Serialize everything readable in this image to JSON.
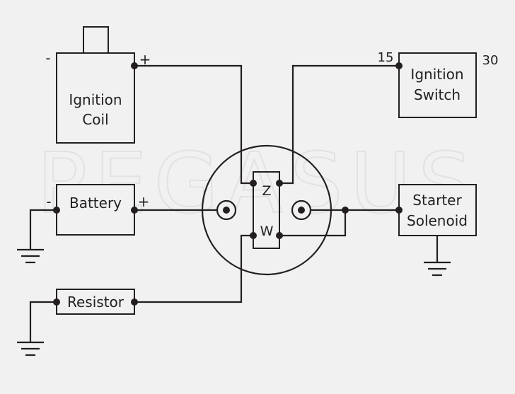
{
  "components": {
    "ignition_coil": {
      "line1": "Ignition",
      "line2": "Coil",
      "neg": "-",
      "pos": "+"
    },
    "battery": {
      "label": "Battery",
      "neg": "-",
      "pos": "+"
    },
    "resistor": {
      "label": "Resistor"
    },
    "ignition_switch": {
      "line1": "Ignition",
      "line2": "Switch",
      "term_left": "15",
      "term_right": "30"
    },
    "starter_solenoid": {
      "line1": "Starter",
      "line2": "Solenoid"
    },
    "relay": {
      "terminal_top": "Z",
      "terminal_bottom": "W"
    }
  },
  "watermark": "PEGASUS",
  "colors": {
    "line": "#231f20",
    "background": "#f1f1f1",
    "watermark": "#e4e4e4"
  }
}
